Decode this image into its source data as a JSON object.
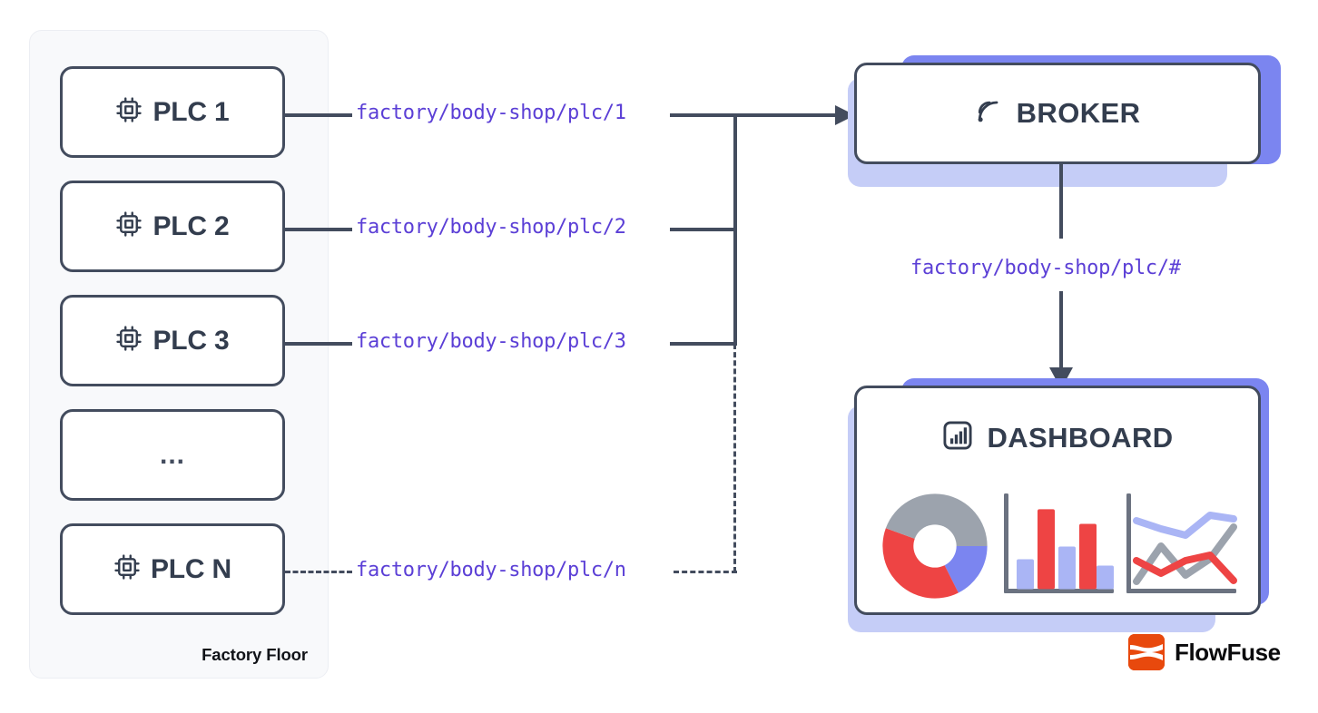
{
  "factory": {
    "panel_label": "Factory Floor",
    "devices": [
      {
        "label": "PLC 1",
        "icon": "chip-icon",
        "has_icon": true
      },
      {
        "label": "PLC 2",
        "icon": "chip-icon",
        "has_icon": true
      },
      {
        "label": "PLC 3",
        "icon": "chip-icon",
        "has_icon": true
      },
      {
        "label": "...",
        "icon": "",
        "has_icon": false
      },
      {
        "label": "PLC N",
        "icon": "chip-icon",
        "has_icon": true
      }
    ]
  },
  "topics": {
    "publish": [
      "factory/body-shop/plc/1",
      "factory/body-shop/plc/2",
      "factory/body-shop/plc/3",
      "factory/body-shop/plc/n"
    ],
    "subscribe": "factory/body-shop/plc/#"
  },
  "broker": {
    "title": "BROKER",
    "icon": "broadcast-signal-icon"
  },
  "dashboard": {
    "title": "DASHBOARD",
    "icon": "bar-chart-icon"
  },
  "branding": {
    "name": "FlowFuse",
    "mark_color": "#e8490d"
  },
  "colors": {
    "outline": "#434c5e",
    "topic_text": "#5b3fd6",
    "factory_panel_bg": "#f8f9fb",
    "platform_panel_bg": "#e8ecfd",
    "shadow_dark": "#7b85f0",
    "shadow_light": "#c5cdf7",
    "chart_red": "#ee4444",
    "chart_blue": "#7b85f0",
    "chart_lightblue": "#aab5f5",
    "chart_gray": "#9ca3ad"
  },
  "chart_data": [
    {
      "type": "pie",
      "title": "",
      "labels": [
        "gray",
        "red",
        "blue"
      ],
      "values": [
        44,
        40,
        16
      ],
      "colors": [
        "#9ca3ad",
        "#ee4444",
        "#7b85f0"
      ],
      "donut": true
    },
    {
      "type": "bar",
      "title": "",
      "categories": [
        "1",
        "2",
        "3",
        "4",
        "5"
      ],
      "values": [
        35,
        88,
        50,
        72,
        28
      ],
      "colors": [
        "#aab5f5",
        "#ee4444",
        "#aab5f5",
        "#ee4444",
        "#aab5f5"
      ],
      "ylim": [
        0,
        100
      ],
      "xlabel": "",
      "ylabel": "",
      "grid": false
    },
    {
      "type": "line",
      "title": "",
      "x": [
        0,
        1,
        2,
        3,
        4
      ],
      "series": [
        {
          "name": "lightblue",
          "values": [
            74,
            66,
            58,
            78,
            74
          ],
          "color": "#aab5f5"
        },
        {
          "name": "gray",
          "values": [
            10,
            46,
            18,
            36,
            66
          ],
          "color": "#9ca3ad"
        },
        {
          "name": "red",
          "values": [
            34,
            20,
            34,
            40,
            12
          ],
          "color": "#ee4444"
        }
      ],
      "ylim": [
        0,
        100
      ],
      "xlabel": "",
      "ylabel": "",
      "grid": false
    }
  ]
}
